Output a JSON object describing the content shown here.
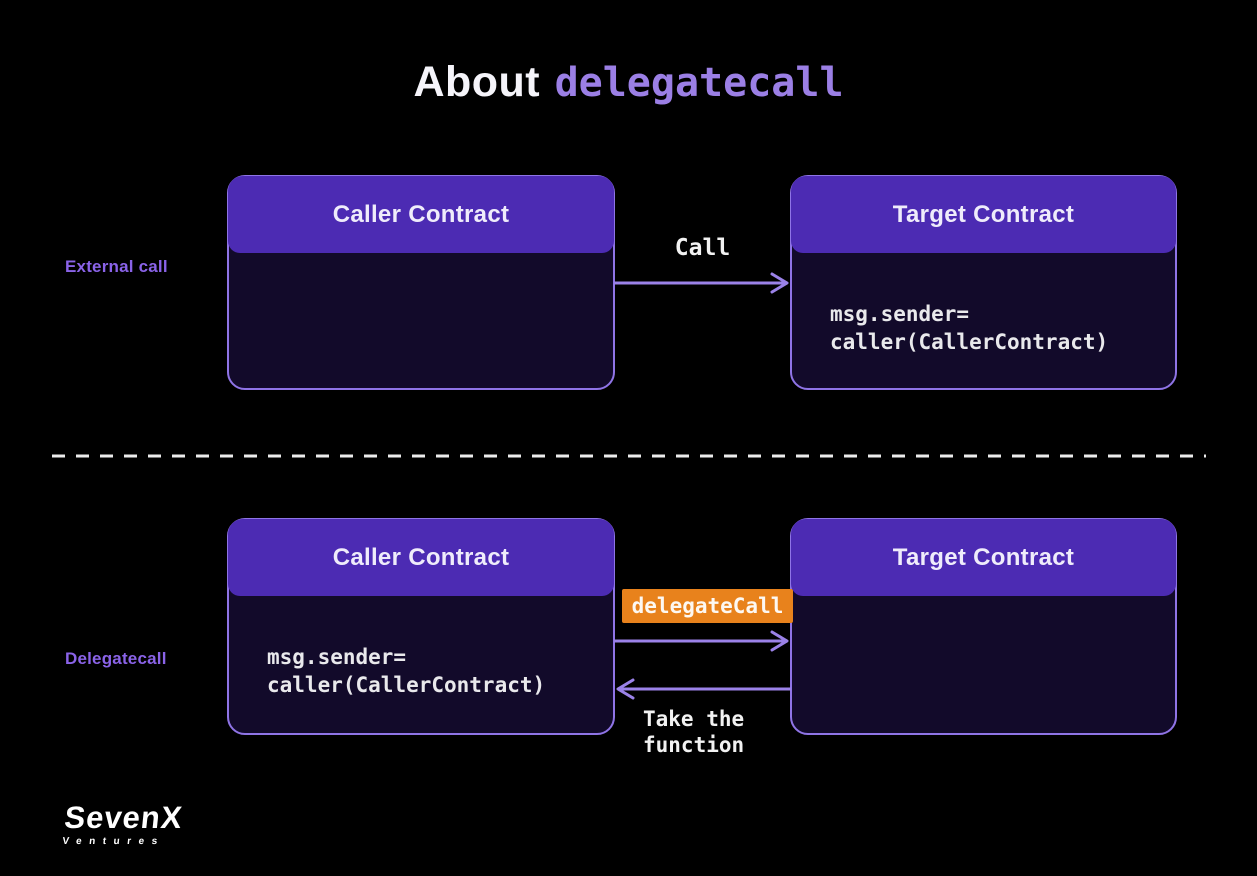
{
  "title": {
    "prefix": "About",
    "keyword": "delegatecall"
  },
  "colors": {
    "background": "#000000",
    "box_header_purple": "#4c2bb3",
    "box_body_dark": "#120a2a",
    "box_border_purple": "#8f74e6",
    "arrow_purple": "#9b82e8",
    "accent_label_purple": "#8a63e8",
    "title_keyword_purple": "#9b7fe5",
    "badge_orange": "#e8821c",
    "text_white": "#f2f2f2"
  },
  "external_call_row": {
    "row_label": "External call",
    "caller_box_title": "Caller Contract",
    "arrow_label": "Call",
    "target_box_title": "Target Contract",
    "target_box_code": "msg.sender=\ncaller(CallerContract)"
  },
  "delegatecall_row": {
    "row_label": "Delegatecall",
    "caller_box_title": "Caller Contract",
    "caller_box_code": "msg.sender=\ncaller(CallerContract)",
    "badge_label": "delegateCall",
    "return_arrow_label": "Take the\nfunction",
    "target_box_title": "Target Contract"
  },
  "footer": {
    "logo_primary": "SevenX",
    "logo_secondary": "Ventures"
  }
}
